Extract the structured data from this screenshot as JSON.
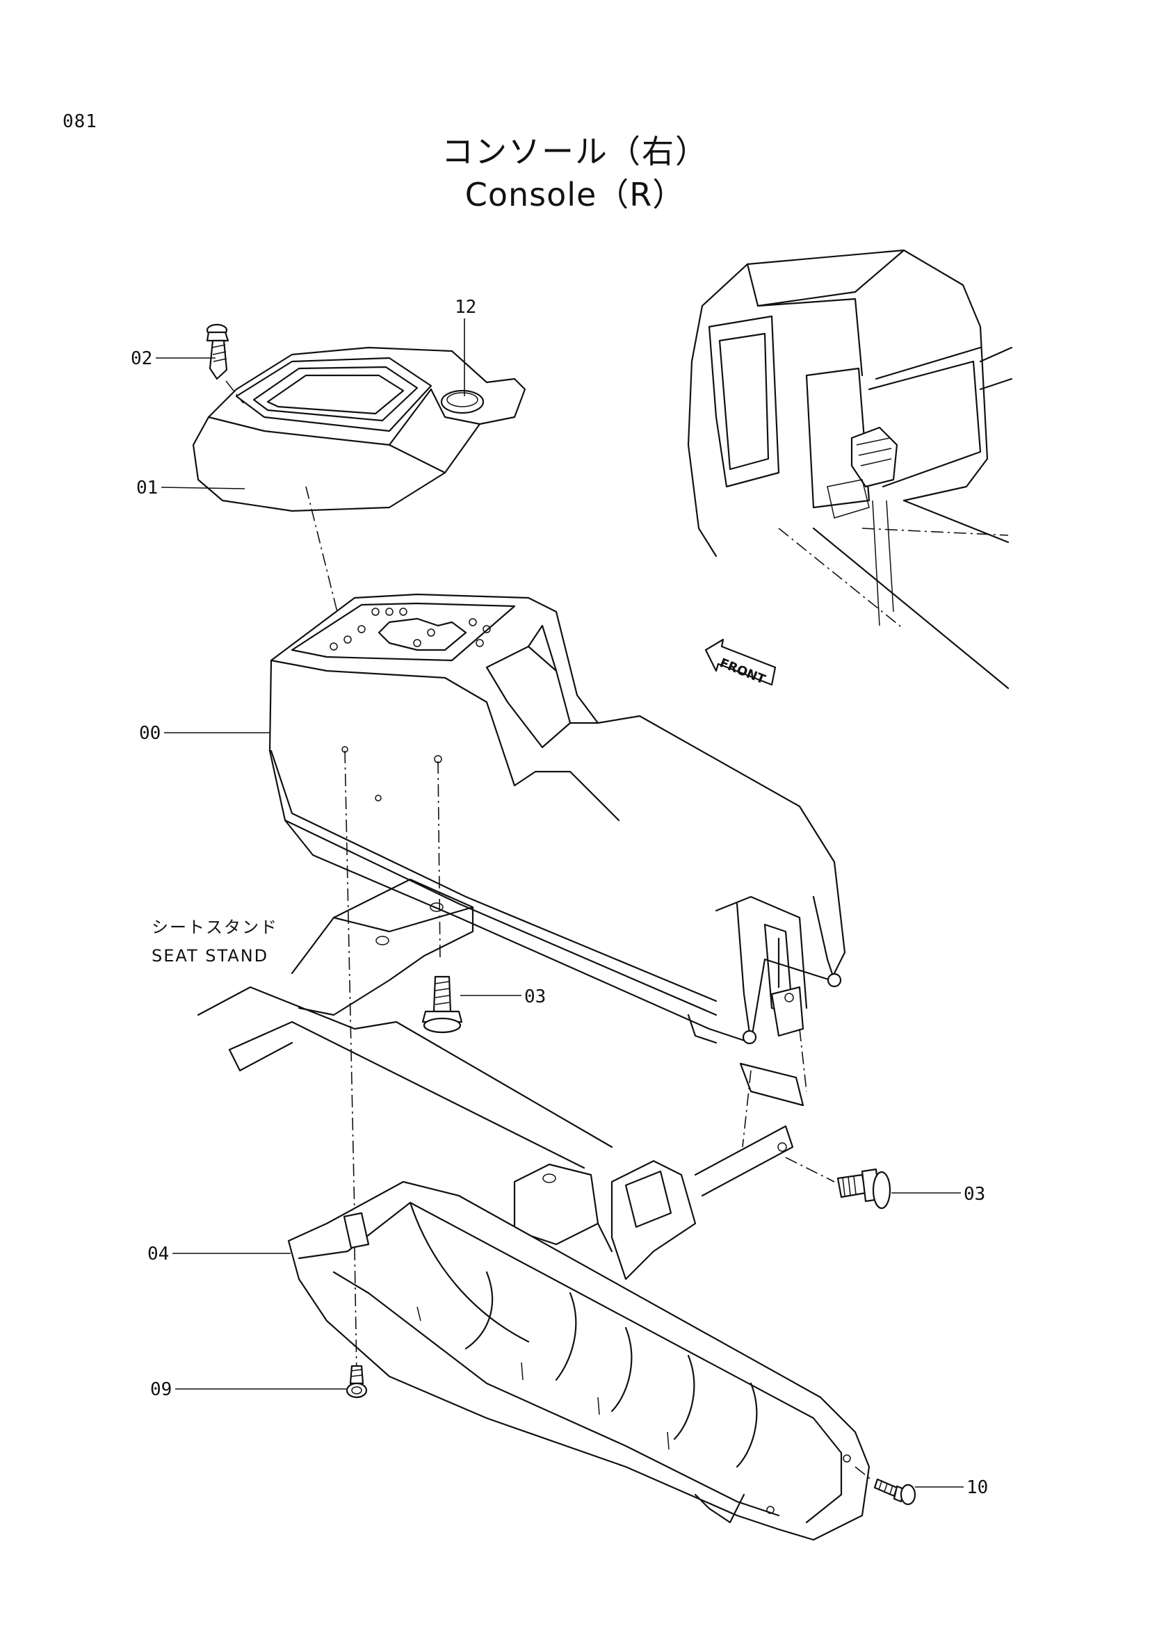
{
  "page_number": "081",
  "title_jp": "コンソール（右）",
  "title_en": "Console（R）",
  "seat_stand": {
    "jp": "シートスタンド",
    "en": "SEAT STAND"
  },
  "front_label": "FRONT",
  "callouts": [
    {
      "id": "00",
      "label": "00"
    },
    {
      "id": "01",
      "label": "01"
    },
    {
      "id": "02",
      "label": "02"
    },
    {
      "id": "03a",
      "label": "03"
    },
    {
      "id": "03b",
      "label": "03"
    },
    {
      "id": "04",
      "label": "04"
    },
    {
      "id": "09",
      "label": "09"
    },
    {
      "id": "10",
      "label": "10"
    },
    {
      "id": "12",
      "label": "12"
    }
  ],
  "icons": {
    "bolt": "bolt-icon",
    "front-arrow": "front-arrow-icon"
  }
}
